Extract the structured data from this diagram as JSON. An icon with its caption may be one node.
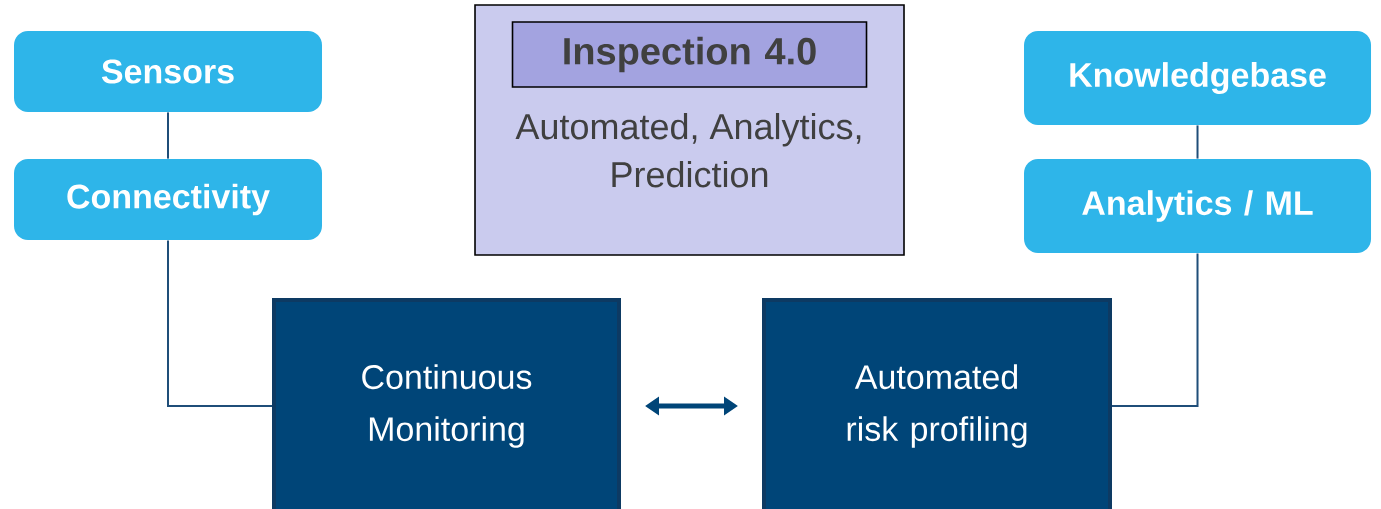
{
  "diagram": {
    "nodes": [
      {
        "text": [
          "Sensors"
        ]
      },
      {
        "text": [
          "Connectivity"
        ]
      },
      {
        "text": [
          "Automated, Analytics, Prediction"
        ]
      },
      {
        "text": [
          "Inspection 4.0"
        ],
        "in": 2
      },
      {
        "text": [
          "Knowledgebase"
        ]
      },
      {
        "text": [
          "Analytics / ML"
        ]
      },
      {
        "text": [
          "Continuous Monitoring"
        ]
      },
      {
        "text": [
          "Automated risk profiling"
        ]
      }
    ],
    "edges": [
      {
        "from": 0,
        "to": 1,
        "arrow": "none"
      },
      {
        "from": 1,
        "to": 6,
        "arrow": "none"
      },
      {
        "from": 4,
        "to": 5,
        "arrow": "none"
      },
      {
        "from": 5,
        "to": 7,
        "arrow": "none"
      },
      {
        "from": 6,
        "to": 7,
        "arrow": "both",
        "style": "thick"
      }
    ]
  }
}
